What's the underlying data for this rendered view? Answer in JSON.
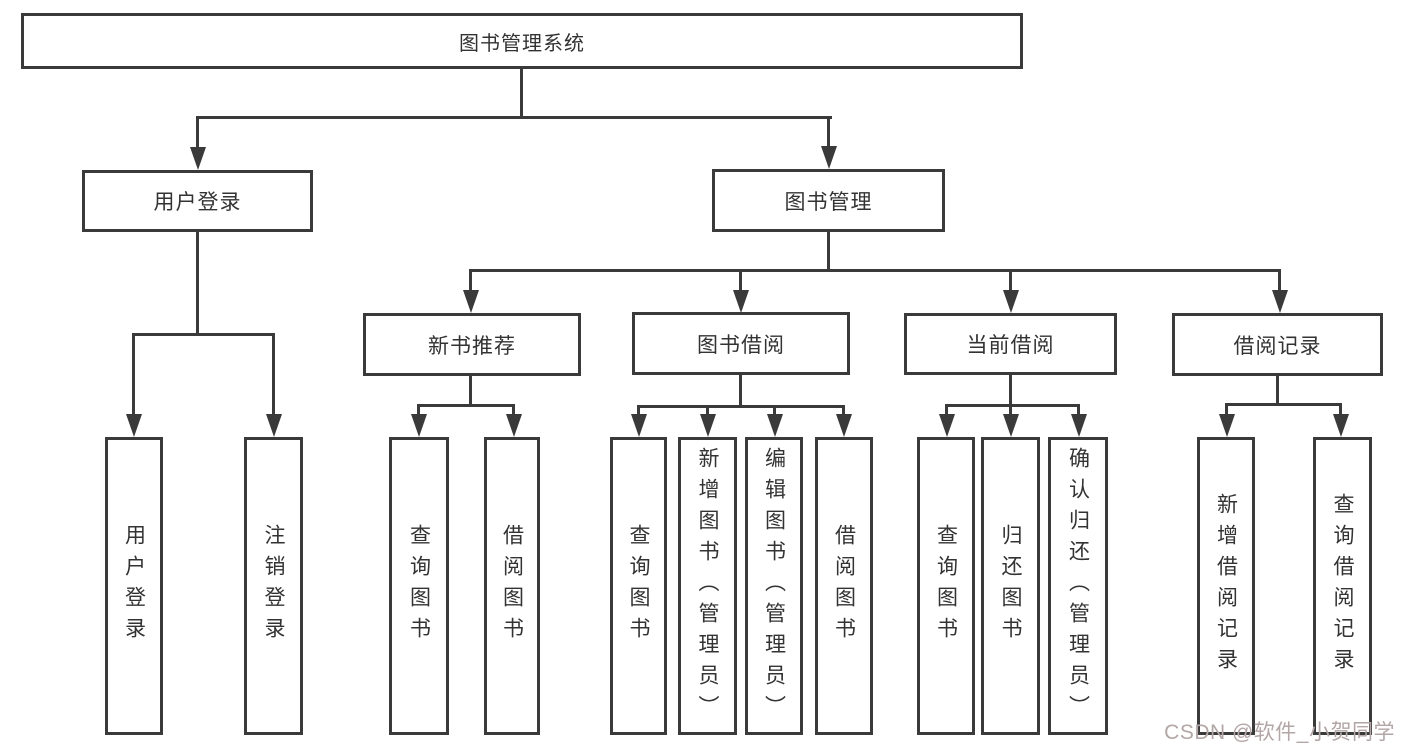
{
  "diagram": {
    "type": "tree",
    "colors": {
      "line": "#3a3a3a",
      "box_border": "#3a3a3a",
      "background": "#ffffff",
      "text": "#333333",
      "watermark": "#b3a6a6"
    },
    "watermark": "CSDN @软件_小贺同学",
    "nodes": {
      "root": {
        "label": "图书管理系统"
      },
      "user_login": {
        "label": "用户登录"
      },
      "book_mgmt": {
        "label": "图书管理"
      },
      "new_book_rec": {
        "label": "新书推荐"
      },
      "book_borrow": {
        "label": "图书借阅"
      },
      "current_borrow": {
        "label": "当前借阅"
      },
      "borrow_records": {
        "label": "借阅记录"
      },
      "leaf_user_login": {
        "label": "用户登录"
      },
      "leaf_logout": {
        "label": "注销登录"
      },
      "leaf_query_book_1": {
        "label": "查询图书"
      },
      "leaf_borrow_book_1": {
        "label": "借阅图书"
      },
      "leaf_query_book_2": {
        "label": "查询图书"
      },
      "leaf_add_book": {
        "label": "新增图书（管理员）"
      },
      "leaf_edit_book": {
        "label": "编辑图书（管理员）"
      },
      "leaf_borrow_book_2": {
        "label": "借阅图书"
      },
      "leaf_query_book_3": {
        "label": "查询图书"
      },
      "leaf_return_book": {
        "label": "归还图书"
      },
      "leaf_confirm_return": {
        "label": "确认归还（管理员）"
      },
      "leaf_add_record": {
        "label": "新增借阅记录"
      },
      "leaf_query_record": {
        "label": "查询借阅记录"
      }
    },
    "edges": [
      "图书管理系统 -> 用户登录",
      "图书管理系统 -> 图书管理",
      "用户登录 -> 用户登录(叶)",
      "用户登录 -> 注销登录",
      "图书管理 -> 新书推荐",
      "图书管理 -> 图书借阅",
      "图书管理 -> 当前借阅",
      "图书管理 -> 借阅记录",
      "新书推荐 -> 查询图书",
      "新书推荐 -> 借阅图书",
      "图书借阅 -> 查询图书",
      "图书借阅 -> 新增图书（管理员）",
      "图书借阅 -> 编辑图书（管理员）",
      "图书借阅 -> 借阅图书",
      "当前借阅 -> 查询图书",
      "当前借阅 -> 归还图书",
      "当前借阅 -> 确认归还（管理员）",
      "借阅记录 -> 新增借阅记录",
      "借阅记录 -> 查询借阅记录"
    ]
  }
}
